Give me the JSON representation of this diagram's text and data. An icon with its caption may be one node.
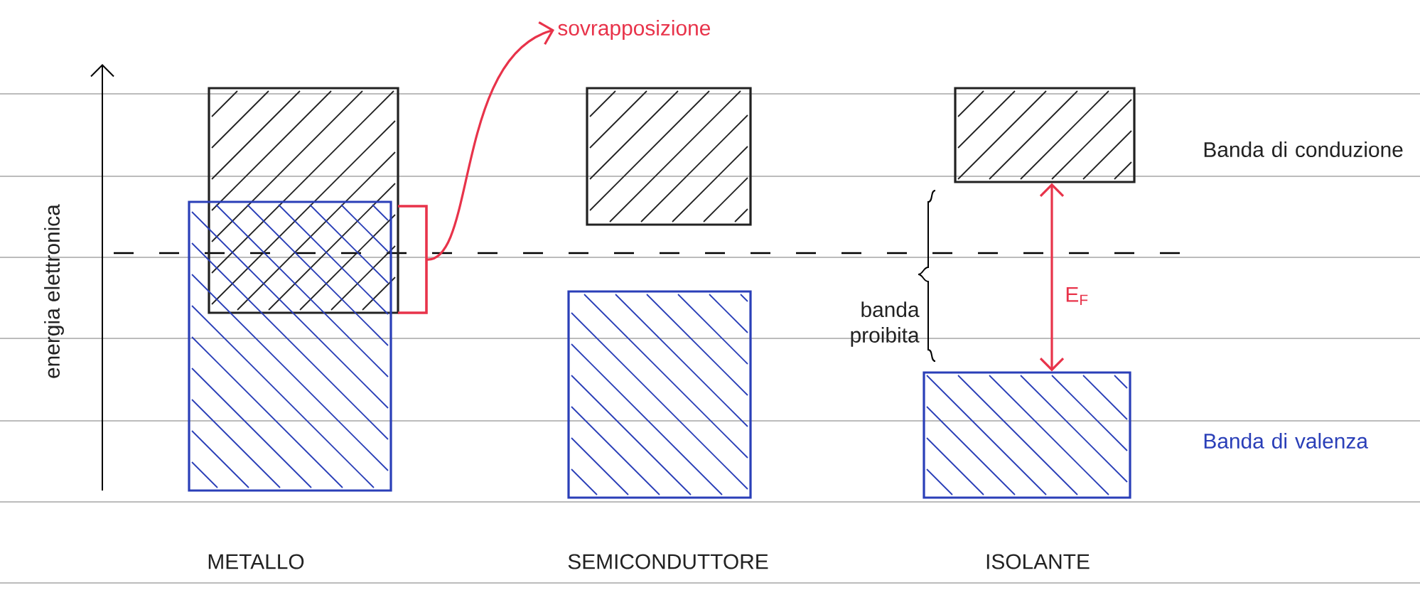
{
  "diagram": {
    "nodes": [
      {
        "text": [
          "sovrapposizione"
        ]
      },
      {
        "text": [],
        "shape": "box"
      },
      {
        "text": [],
        "shape": "box"
      },
      {
        "text": [],
        "shape": "bracket"
      },
      {
        "text": [],
        "shape": "box"
      },
      {
        "text": [],
        "shape": "box"
      },
      {
        "text": [],
        "shape": "box"
      },
      {
        "text": [],
        "shape": "box"
      }
    ],
    "edges": [
      {
        "from": 3,
        "to": 0,
        "arrow": "to"
      },
      {
        "from": 6,
        "to": 7,
        "arrow": "both",
        "label": "E$_{F}$"
      }
    ],
    "labels": [
      "energia elettronica",
      "Banda di conduzione",
      "banda proibita",
      "Banda di valenza",
      "METALLO",
      "SEMICONDUTTORE",
      "ISOLANTE"
    ]
  }
}
